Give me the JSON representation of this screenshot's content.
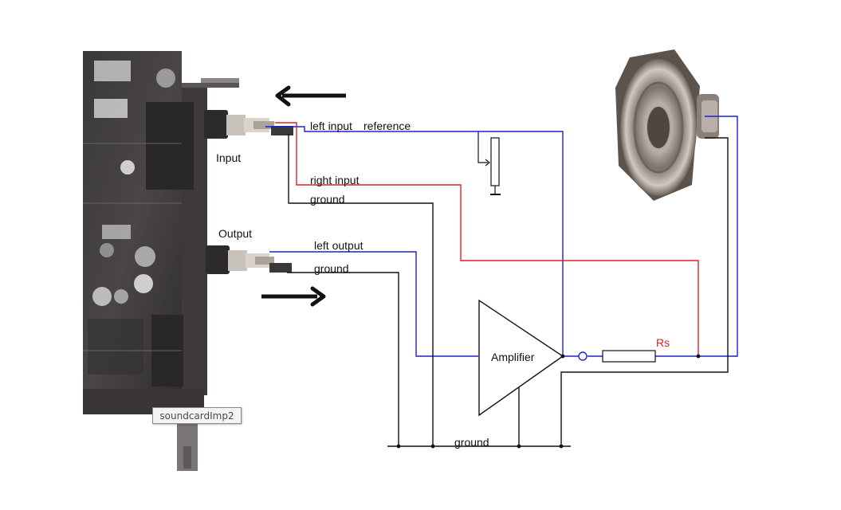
{
  "labels": {
    "input": "Input",
    "output": "Output",
    "left_input": "left input",
    "reference": "reference",
    "right_input": "right input",
    "ground_input": "ground",
    "left_output": "left output",
    "ground_output": "ground",
    "amplifier": "Amplifier",
    "resistor": "Rs",
    "ground_bus": "ground"
  },
  "tooltip": "soundcardImp2",
  "colors": {
    "blue_wire": "#2020d0",
    "red_wire": "#e02020",
    "black_wire": "#111111",
    "resistor_label": "#e02020"
  },
  "icons": {
    "left_arrow": "arrow-left-icon",
    "right_arrow": "arrow-right-icon",
    "speaker": "speaker-icon",
    "potentiometer": "potentiometer-icon"
  }
}
